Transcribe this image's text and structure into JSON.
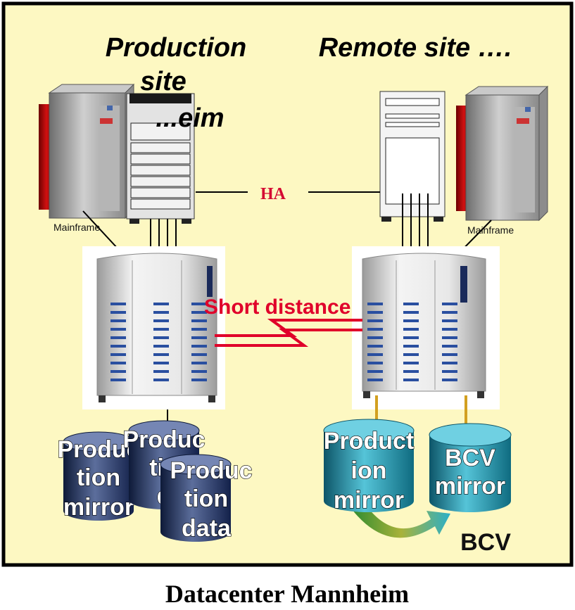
{
  "production_site": {
    "title_line1": "Production",
    "title_line2": "site",
    "title_line3": "...eim"
  },
  "remote_site": {
    "title": "Remote site …."
  },
  "mainframe_left": {
    "label": "Mainframe",
    "icon": "mainframe-icon"
  },
  "mainframe_right": {
    "label": "Mainframe",
    "icon": "mainframe-icon"
  },
  "link": {
    "ha_label": "HA",
    "distance_label": "Short distance"
  },
  "left_disks": [
    {
      "line1": "Produc",
      "line2": "tion",
      "line3": "mirror"
    },
    {
      "line1": "Produc",
      "line2": "tio",
      "line3": "d"
    },
    {
      "line1": "Produc",
      "line2": "tion",
      "line3": "data"
    }
  ],
  "right_disks": [
    {
      "line1": "Product",
      "line2": "ion",
      "line3": "mirror"
    },
    {
      "line1": "BCV",
      "line2": "mirror"
    }
  ],
  "bcv_label": "BCV",
  "footer": {
    "title": "Datacenter Mannheim"
  },
  "colors": {
    "panel": "#fdf8c2",
    "accent_red": "#e0002a",
    "disk_dark": "#283c6e",
    "disk_teal": "#1e8fa6"
  }
}
